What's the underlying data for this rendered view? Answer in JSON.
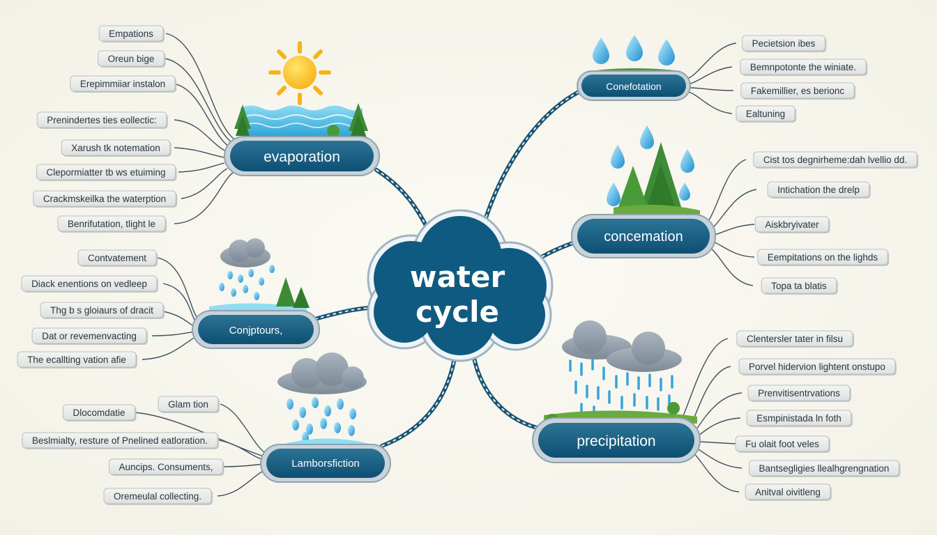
{
  "center": {
    "line1": "water",
    "line2": "cycle"
  },
  "nodes": [
    {
      "id": "evaporation",
      "label": "evaporation"
    },
    {
      "id": "condensation-top",
      "label": "Conefotation"
    },
    {
      "id": "concemation",
      "label": "concemation"
    },
    {
      "id": "conjptours",
      "label": "Conjptours,"
    },
    {
      "id": "lamborstion",
      "label": "Lamborsfiction"
    },
    {
      "id": "precipitation",
      "label": "precipitation"
    }
  ],
  "leaves": {
    "evaporation": [
      "Empations",
      "Oreun bige",
      "Erepimmiiar instalon",
      "Prenindertes ties eollectic:",
      "Xarush tk notemation",
      "Clepormiatter tb ws etuiming",
      "Crackmskeilka the waterption",
      "Benrifutation, tlight le"
    ],
    "conjptours": [
      "Contvatement",
      "Diack enentions on vedleep",
      "Thg b s gloiaurs of dracit",
      "Dat or revemenvacting",
      "The ecallting vation afie"
    ],
    "lamborstion": [
      "Dlocomdatie",
      "Glam tion",
      "Beslmialty, resture of Pnelined eatloration.",
      "Auncips. Consuments,",
      "Oremeulal collecting."
    ],
    "condensation-top": [
      "Pecietsion ibes",
      "Bemnpotonte the winiate.",
      "Fakemillier, es berionc",
      "Ealtuning"
    ],
    "concemation": [
      "Cist tos degnirheme:dah lvellio dd.",
      "Intichation the drelp",
      "Aiskbryivater",
      "Eempitations on the lighds",
      "Topa ta blatis"
    ],
    "precipitation": [
      "Clentersler tater in filsu",
      "Porvel hidervion lightent onstupo",
      "Prenvitisentrvations",
      "Esmpinistada ln foth",
      "Fu olait foot veles",
      "Bantsegligies llealhgrengnation",
      "Anitval oivitleng"
    ]
  }
}
